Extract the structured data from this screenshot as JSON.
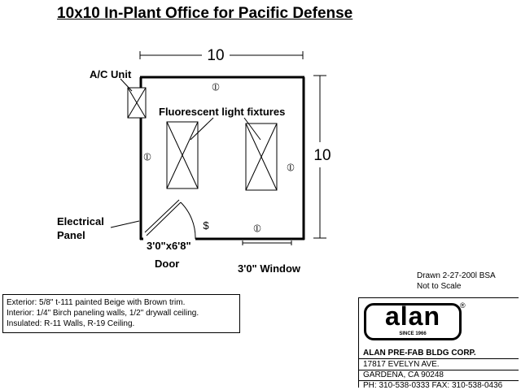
{
  "title": "10x10 In-Plant Office for Pacific Defense",
  "plan": {
    "dimension_width": "10",
    "dimension_depth": "10",
    "labels": {
      "ac_unit": "A/C Unit",
      "lights": "Fluorescent light fixtures",
      "panel_line1": "Electrical",
      "panel_line2": "Panel",
      "door_size": "3'0\"x6'8\"",
      "door": "Door",
      "window": "3'0\" Window"
    },
    "symbols": {
      "outlet": "⦶",
      "switch": "$"
    }
  },
  "notes": [
    "Exterior:  5/8\" t-111 painted Beige with Brown trim.",
    "Interior:  1/4\" Birch paneling walls, 1/2\" drywall ceiling.",
    "Insulated:  R-11 Walls, R-19 Ceiling."
  ],
  "drawn": {
    "line1": "Drawn   2-27-200l  BSA",
    "line2": "Not to Scale"
  },
  "titleblock": {
    "logo_word": "alan",
    "logo_since": "SINCE 1966",
    "logo_reg": "®",
    "company": "ALAN PRE-FAB BLDG CORP.",
    "address1": "17817 EVELYN AVE.",
    "address2": "GARDENA, CA 90248",
    "phone": "PH: 310-538-0333  FAX: 310-538-0436"
  }
}
